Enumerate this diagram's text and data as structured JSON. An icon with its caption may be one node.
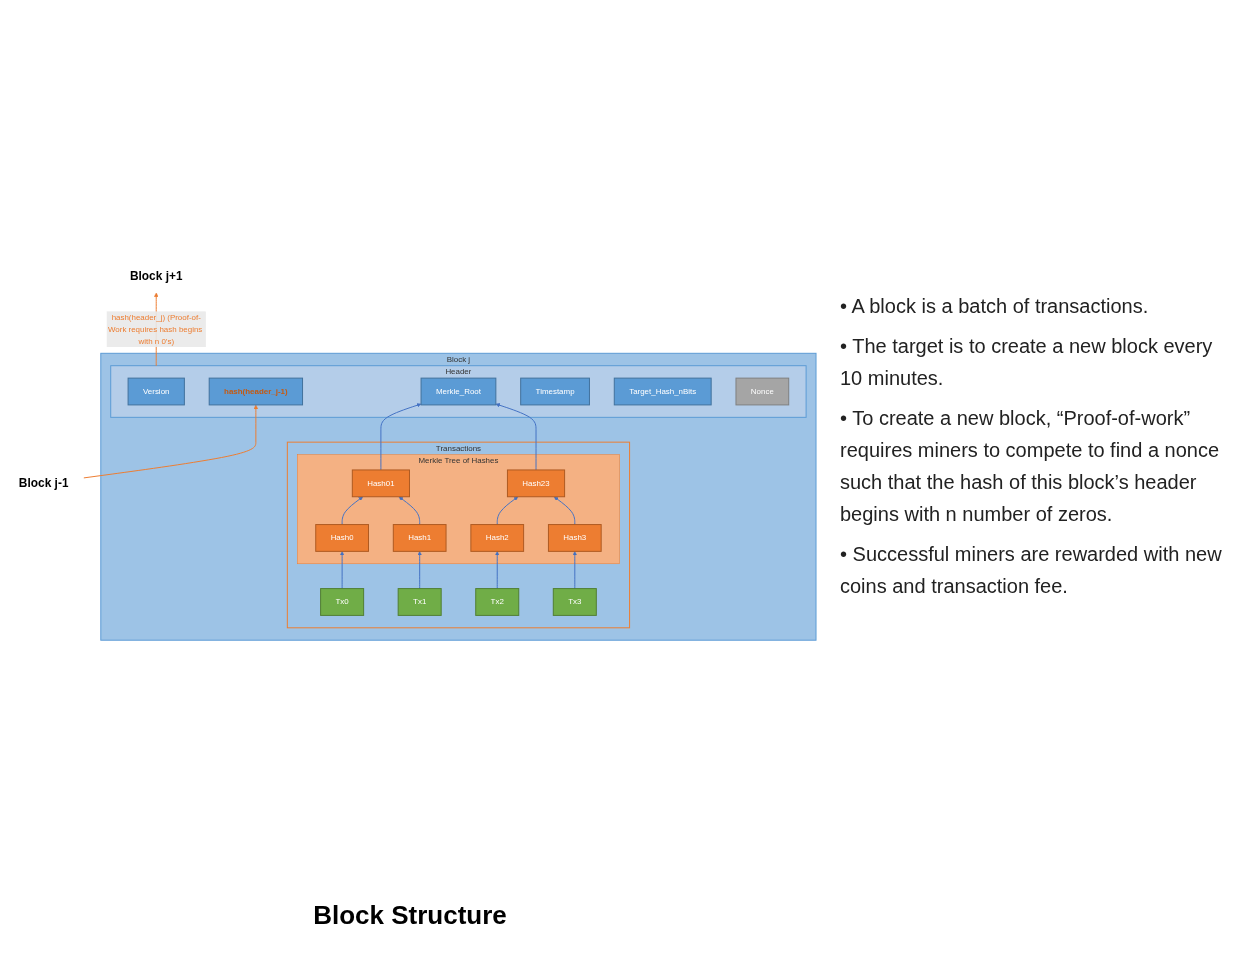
{
  "diagram": {
    "caption": "Block Structure",
    "nodes": [
      {
        "text": [
          "Block j"
        ]
      },
      {
        "text": [
          "Header"
        ],
        "in": 0
      },
      {
        "text": [
          "Version"
        ],
        "in": 1
      },
      {
        "text": [
          "hash(header_j-1)"
        ],
        "in": 1
      },
      {
        "text": [
          "Merkle_Root"
        ],
        "in": 1
      },
      {
        "text": [
          "Timestamp"
        ],
        "in": 1
      },
      {
        "text": [
          "Target_Hash_nBits"
        ],
        "in": 1
      },
      {
        "text": [
          "Nonce"
        ],
        "in": 1
      },
      {
        "text": [
          "Transactions"
        ],
        "in": 0
      },
      {
        "text": [
          "Merkle Tree of Hashes"
        ],
        "in": 8
      },
      {
        "text": [
          "Hash01"
        ],
        "in": 9
      },
      {
        "text": [
          "Hash23"
        ],
        "in": 9
      },
      {
        "text": [
          "Hash0"
        ],
        "in": 9
      },
      {
        "text": [
          "Hash1"
        ],
        "in": 9
      },
      {
        "text": [
          "Hash2"
        ],
        "in": 9
      },
      {
        "text": [
          "Hash3"
        ],
        "in": 9
      },
      {
        "text": [
          "Tx0"
        ],
        "in": 8
      },
      {
        "text": [
          "Tx1"
        ],
        "in": 8
      },
      {
        "text": [
          "Tx2"
        ],
        "in": 8
      },
      {
        "text": [
          "Tx3"
        ],
        "in": 8
      },
      {
        "text": [
          "Block j-1"
        ]
      },
      {
        "text": [
          "Block j+1"
        ]
      }
    ],
    "edges": [
      {
        "from": 20,
        "to": 3,
        "arrow": "to",
        "color": "#ed7d31"
      },
      {
        "from": 1,
        "to": 21,
        "arrow": "to",
        "color": "#ed7d31",
        "label": "hash(header_j) (Proof-of-Work requires hash begins with n 0’s)"
      },
      {
        "from": 10,
        "to": 4,
        "arrow": "to"
      },
      {
        "from": 11,
        "to": 4,
        "arrow": "to"
      },
      {
        "from": 12,
        "to": 10,
        "arrow": "to"
      },
      {
        "from": 13,
        "to": 10,
        "arrow": "to"
      },
      {
        "from": 14,
        "to": 11,
        "arrow": "to"
      },
      {
        "from": 15,
        "to": 11,
        "arrow": "to"
      },
      {
        "from": 16,
        "to": 12,
        "arrow": "to"
      },
      {
        "from": 17,
        "to": 13,
        "arrow": "to"
      },
      {
        "from": 18,
        "to": 14,
        "arrow": "to"
      },
      {
        "from": 19,
        "to": 15,
        "arrow": "to"
      }
    ],
    "labels": [
      "• A block is a batch of transactions.",
      "• The target is to create a new block every 10 minutes.",
      "• To create a new block, “Proof-of-work” requires miners to compete to find a nonce such that the hash of this block’s header begins with n number of zeros.",
      "• Successful miners are rewarded with new coins and transaction fee."
    ]
  }
}
